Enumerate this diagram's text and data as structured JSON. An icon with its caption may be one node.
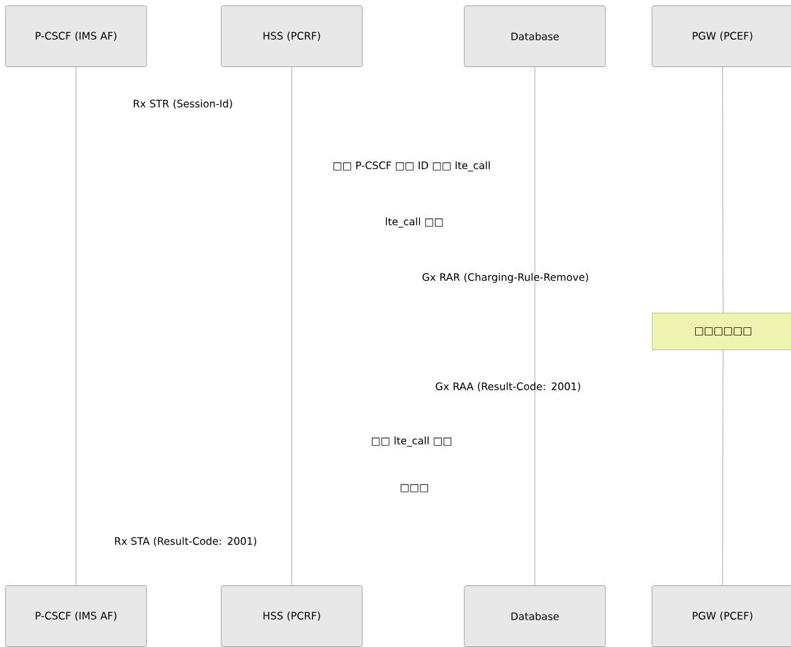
{
  "diagram": {
    "nodes": [
      {
        "text": [
          "P-CSCF (IMS AF)"
        ]
      },
      {
        "text": [
          "HSS (PCRF)"
        ]
      },
      {
        "text": [
          "Database"
        ]
      },
      {
        "text": [
          "PGW (PCEF)"
        ]
      },
      {
        "text": [
          "□□□□□□"
        ]
      },
      {
        "text": [
          "P-CSCF (IMS AF)"
        ]
      },
      {
        "text": [
          "HSS (PCRF)"
        ]
      },
      {
        "text": [
          "Database"
        ]
      },
      {
        "text": [
          "PGW (PCEF)"
        ]
      }
    ],
    "edges": [
      {
        "from": 0,
        "to": 5,
        "arrow": "none"
      },
      {
        "from": 1,
        "to": 6,
        "arrow": "none"
      },
      {
        "from": 2,
        "to": 7,
        "arrow": "none"
      },
      {
        "from": 3,
        "to": 4,
        "arrow": "none"
      },
      {
        "from": 4,
        "to": 8,
        "arrow": "none"
      }
    ],
    "labels": [
      "Rx STR (Session-Id)",
      "□□ P-CSCF □□ ID □□ lte_call",
      "lte_call □□",
      "Gx RAR (Charging-Rule-Remove)",
      "Gx RAA (Result-Code: 2001)",
      "□□ lte_call □□",
      "□□□",
      "Rx STA (Result-Code: 2001)"
    ]
  }
}
